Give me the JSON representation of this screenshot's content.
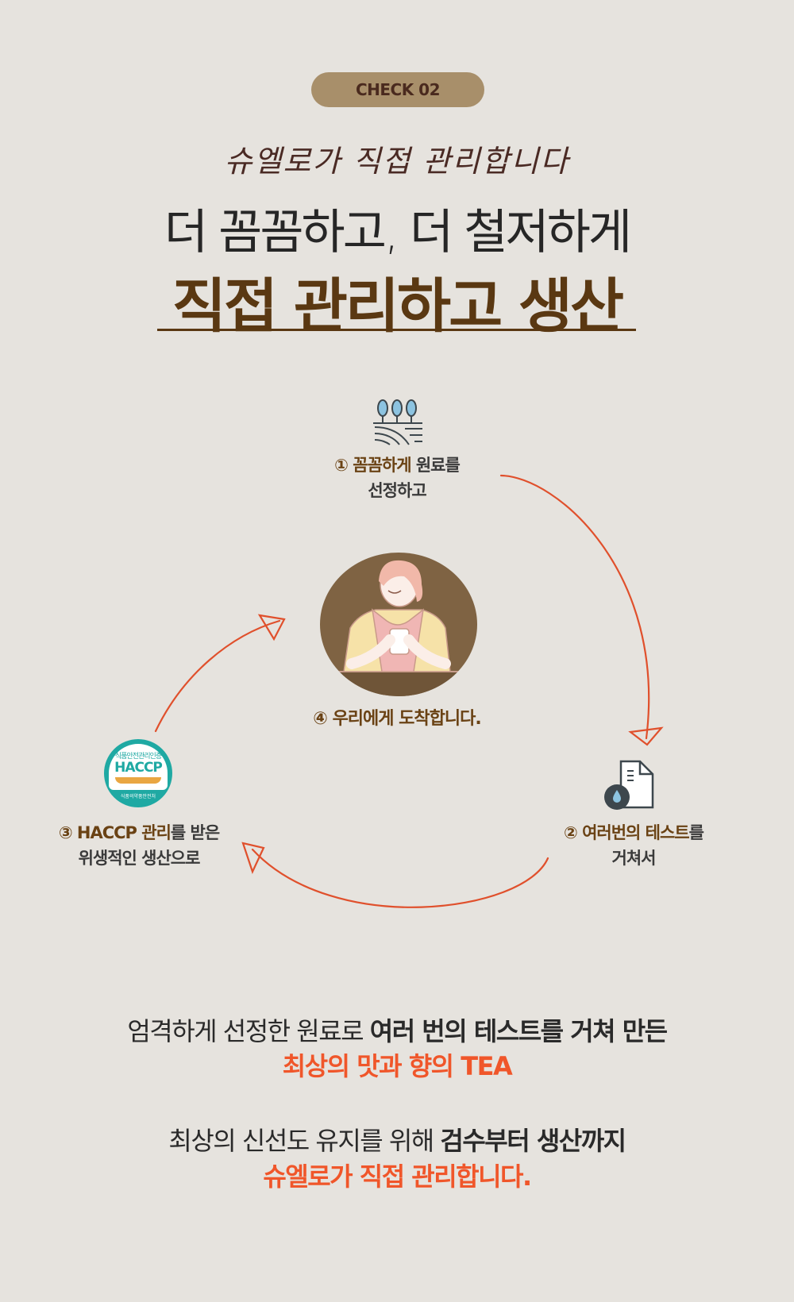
{
  "badge": "CHECK 02",
  "script_line": "슈엘로가 직접 관리합니다",
  "heading": {
    "line1": "더 꼼꼼하고, 더 철저하게",
    "line2": "직접 관리하고 생산"
  },
  "steps": [
    {
      "num": "①",
      "highlight": "꼼꼼하게",
      "rest": " 원료를",
      "line2": "선정하고",
      "icon": "farm-field-icon"
    },
    {
      "num": "②",
      "highlight": "여러번의 테스트",
      "rest": "를",
      "line2": "거쳐서",
      "icon": "document-water-drop-icon"
    },
    {
      "num": "③",
      "highlight": "HACCP 관리",
      "rest": "를 받은",
      "line2": "위생적인 생산으로",
      "icon": "haccp-badge"
    },
    {
      "num": "④",
      "highlight": "우리에게 도착합니다.",
      "rest": "",
      "line2": "",
      "icon": "woman-with-tea-illustration"
    }
  ],
  "haccp": {
    "top": "식품안전관리인증",
    "main": "HACCP",
    "bottom": "식품의약품안전처"
  },
  "bottom": {
    "p1_normal": "엄격하게 선정한 원료로 ",
    "p1_bold": "여러 번의 테스트를 거쳐 만든",
    "p1_orange": "최상의 맛과 향의 TEA",
    "p2_normal": "최상의 신선도 유지를 위해 ",
    "p2_bold": "검수부터 생산까지",
    "p2_orange": "슈엘로가 직접 관리합니다."
  },
  "colors": {
    "background": "#e6e3de",
    "badge": "#a88f6a",
    "brown": "#5a3812",
    "accent": "#f0562a",
    "arrow": "#e0502c"
  }
}
